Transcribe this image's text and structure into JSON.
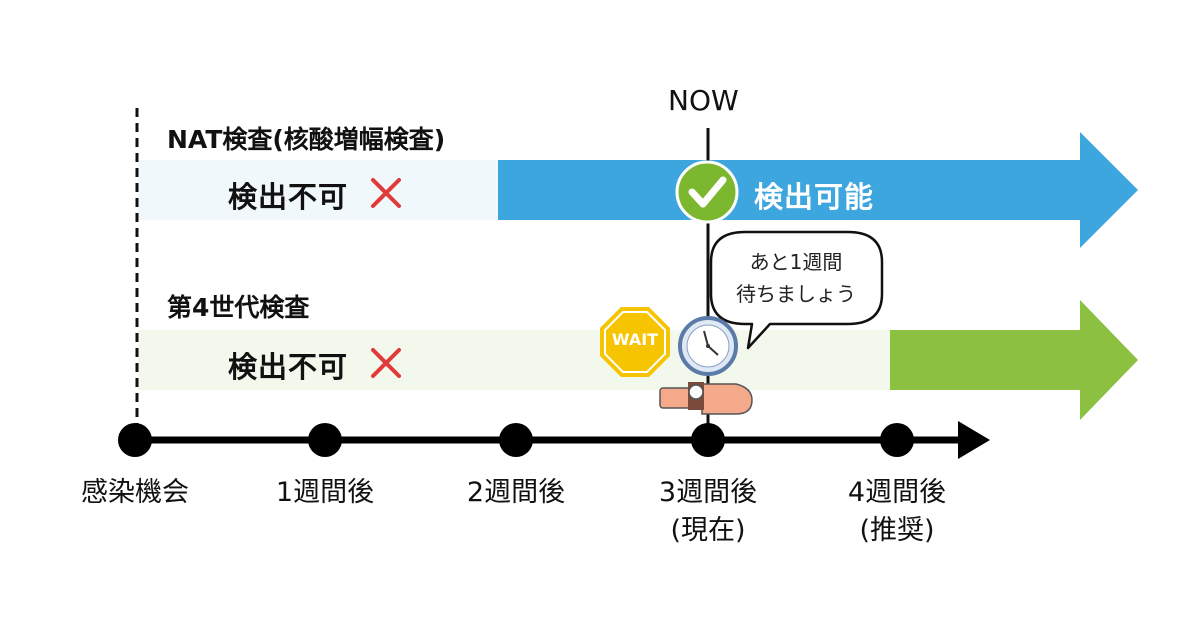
{
  "now_label": "NOW",
  "nat": {
    "title": "NAT検査(核酸増幅検査)",
    "not_detectable": "検出不可",
    "detectable": "検出可能"
  },
  "gen4": {
    "title": "第4世代検査",
    "not_detectable": "検出不可"
  },
  "wait_sign": "WAIT",
  "bubble": {
    "line1": "あと1週間",
    "line2": "待ちましょう"
  },
  "timeline": [
    {
      "label": "感染機会",
      "sub": ""
    },
    {
      "label": "1週間後",
      "sub": ""
    },
    {
      "label": "2週間後",
      "sub": ""
    },
    {
      "label": "3週間後",
      "sub": "(現在)"
    },
    {
      "label": "4週間後",
      "sub": "(推奨)"
    }
  ],
  "colors": {
    "nat_blue": "#3ea6de",
    "gen4_green": "#8cc040",
    "nat_pale": "#f1f8fc",
    "gen4_pale": "#f3f8ec",
    "cross_red": "#e03a3a",
    "check_green": "#7cb82f",
    "wait_yellow": "#f6c400"
  },
  "icons": [
    "cross-icon",
    "check-icon",
    "wait-sign-icon",
    "clock-icon",
    "wristwatch-arm-icon"
  ]
}
